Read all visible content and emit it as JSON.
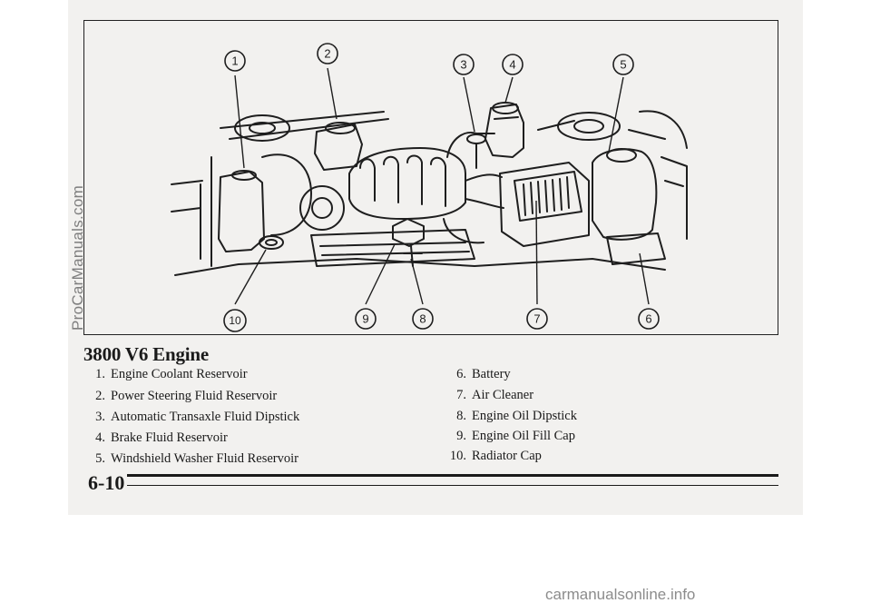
{
  "figure": {
    "callout_numbers": [
      "1",
      "2",
      "3",
      "4",
      "5",
      "6",
      "7",
      "8",
      "9",
      "10"
    ]
  },
  "heading": "3800 V6 Engine",
  "legend": [
    {
      "num": "1.",
      "label": "Engine Coolant Reservoir"
    },
    {
      "num": "2.",
      "label": "Power Steering Fluid Reservoir"
    },
    {
      "num": "3.",
      "label": "Automatic Transaxle Fluid Dipstick"
    },
    {
      "num": "4.",
      "label": "Brake Fluid Reservoir"
    },
    {
      "num": "5.",
      "label": "Windshield Washer Fluid Reservoir"
    },
    {
      "num": "6.",
      "label": "Battery"
    },
    {
      "num": "7.",
      "label": "Air Cleaner"
    },
    {
      "num": "8.",
      "label": "Engine Oil Dipstick"
    },
    {
      "num": "9.",
      "label": "Engine Oil Fill Cap"
    },
    {
      "num": "10.",
      "label": "Radiator Cap"
    }
  ],
  "page_number": "6-10",
  "watermarks": {
    "side": "ProCarManuals.com",
    "bottom": "carmanualsonline.info"
  }
}
